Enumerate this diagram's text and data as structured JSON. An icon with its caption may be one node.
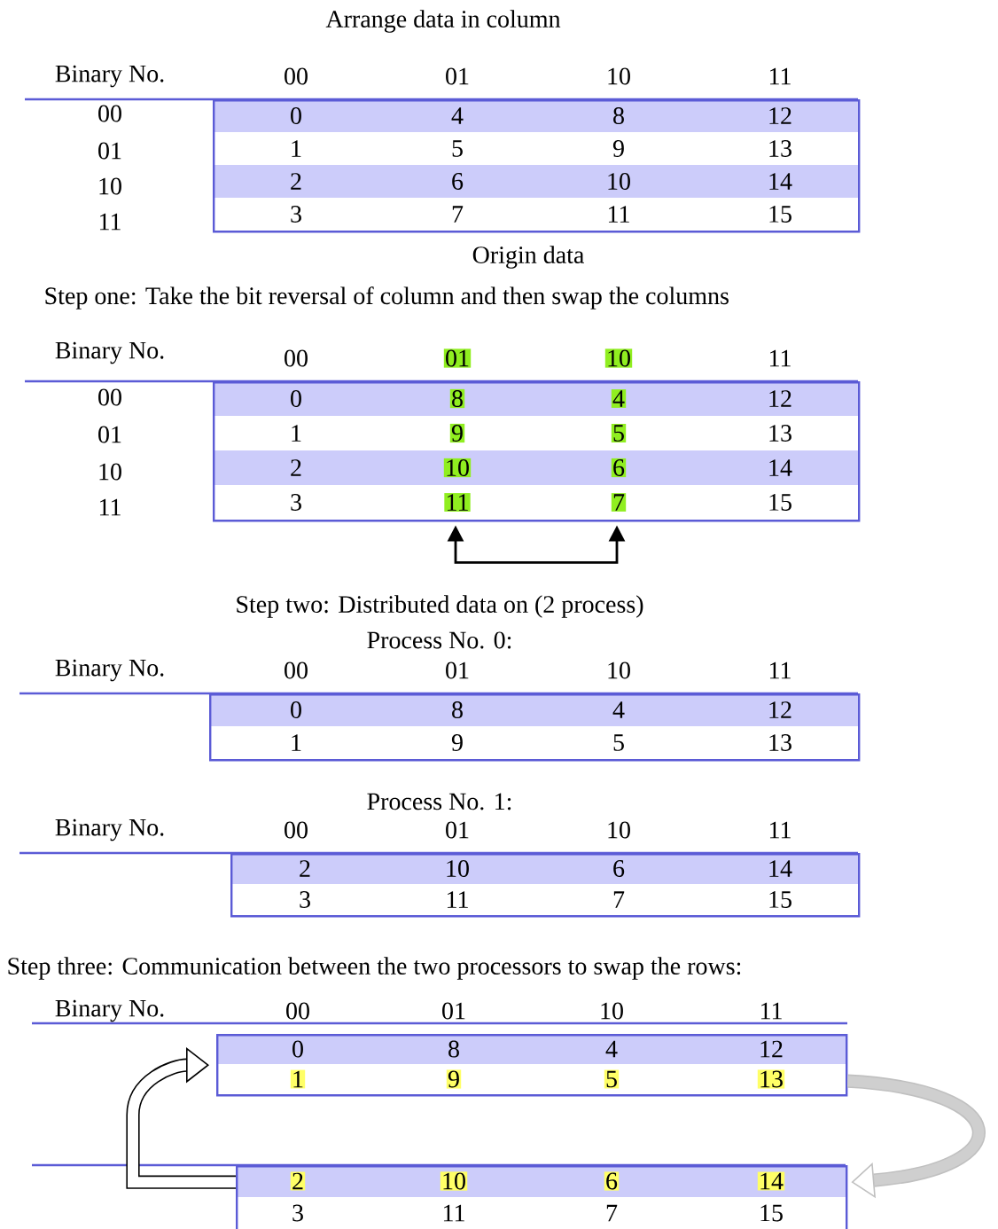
{
  "diagram": {
    "nodes": [
      {
        "text": [
          "0",
          "4",
          "8",
          "12",
          "1",
          "5",
          "9",
          "13",
          "2",
          "6",
          "10",
          "14",
          "3",
          "7",
          "11",
          "15"
        ]
      },
      {
        "text": [
          "0",
          "8",
          "4",
          "12",
          "1",
          "9",
          "5",
          "13",
          "2",
          "10",
          "6",
          "14",
          "3",
          "11",
          "7",
          "15"
        ]
      },
      {
        "text": [
          "0",
          "8",
          "4",
          "12",
          "1",
          "9",
          "5",
          "13"
        ]
      },
      {
        "text": [
          "2",
          "10",
          "6",
          "14",
          "3",
          "11",
          "7",
          "15"
        ]
      },
      {
        "text": [
          "0",
          "8",
          "4",
          "12",
          "1",
          "9",
          "5",
          "13"
        ]
      },
      {
        "text": [
          "2",
          "10",
          "6",
          "14",
          "3",
          "11",
          "7",
          "15"
        ]
      }
    ],
    "edges": [
      {
        "from": 1,
        "to": 1,
        "arrow": "both"
      },
      {
        "from": 4,
        "to": 5,
        "arrow": "to",
        "color": "#c0c0c0"
      },
      {
        "from": 5,
        "to": 4,
        "arrow": "to"
      }
    ],
    "labels": [
      "Arrange data in column",
      "Binary No.",
      "00",
      "01",
      "10",
      "11",
      "00",
      "01",
      "10",
      "11",
      "Origin data",
      "Step one: Take the bit reversal of column and then swap the columns",
      "Binary No.",
      "00",
      "01",
      "10",
      "11",
      "00",
      "01",
      "10",
      "11",
      "Step two: Distributed data on (2 process)",
      "Process No. 0:",
      "Binary No.",
      "00",
      "01",
      "10",
      "11",
      "Process No. 1:",
      "Binary No.",
      "00",
      "01",
      "10",
      "11",
      "Step three: Communication between the two processors to swap the rows:",
      "Binary No.",
      "00",
      "01",
      "10",
      "11"
    ]
  }
}
